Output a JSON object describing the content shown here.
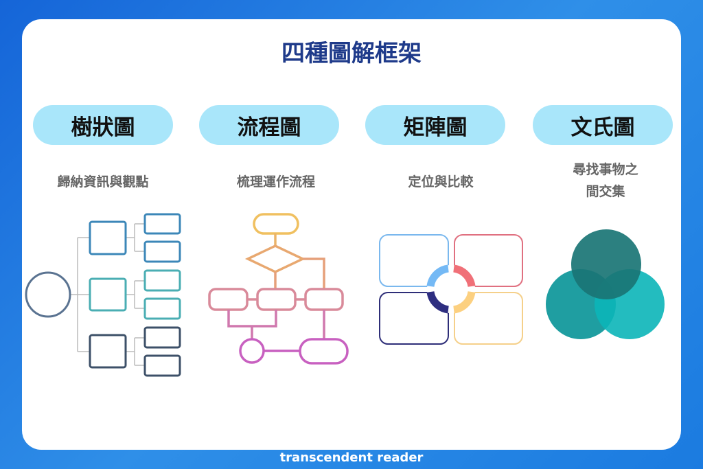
{
  "title": "四種圖解框架",
  "frameworks": [
    {
      "name": "樹狀圖",
      "description": "歸納資訊與觀點"
    },
    {
      "name": "流程圖",
      "description": "梳理運作流程"
    },
    {
      "name": "矩陣圖",
      "description": "定位與比較"
    },
    {
      "name": "文氏圖",
      "description_line1": "尋找事物之",
      "description_line2": "間交集"
    }
  ],
  "footer": "transcendent reader",
  "colors": {
    "title": "#1e3a8a",
    "pill": "#a9e6fa",
    "tree_top": "#3c87b8",
    "tree_mid": "#4aaeb3",
    "tree_bottom": "#3d5068",
    "venn_top": "#1a7575",
    "venn_left": "#13999c",
    "venn_right": "#0bb5b8"
  }
}
